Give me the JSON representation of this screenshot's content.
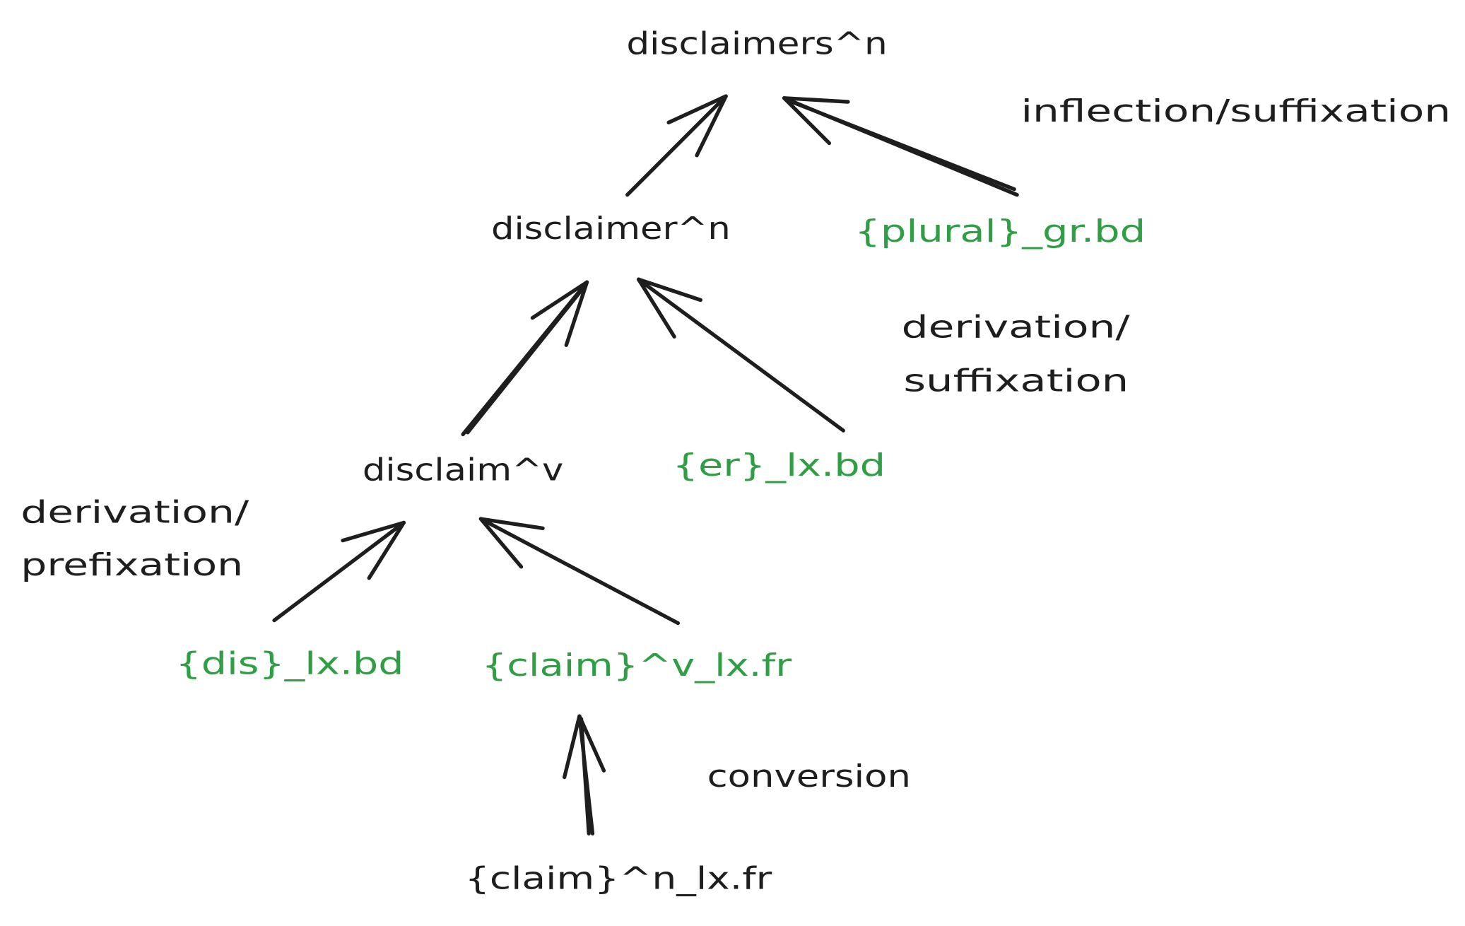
{
  "colors": {
    "text": "#1e1e1e",
    "morpheme": "#2f9e44",
    "background": "#ffffff"
  },
  "nodes": {
    "disclaimers_n": "disclaimers^n",
    "disclaimer_n": "disclaimer^n",
    "plural": "{plural}_gr.bd",
    "disclaim_v": "disclaim^v",
    "er": "{er}_lx.bd",
    "dis": "{dis}_lx.bd",
    "claim_v": "{claim}^v_lx.fr",
    "claim_n": "{claim}^n_lx.fr"
  },
  "labels": {
    "inflection": "inflection/suffixation",
    "derivation_suffix_1": "derivation/",
    "derivation_suffix_2": "suffixation",
    "derivation_prefix_1": "derivation/",
    "derivation_prefix_2": "prefixation",
    "conversion": "conversion"
  }
}
